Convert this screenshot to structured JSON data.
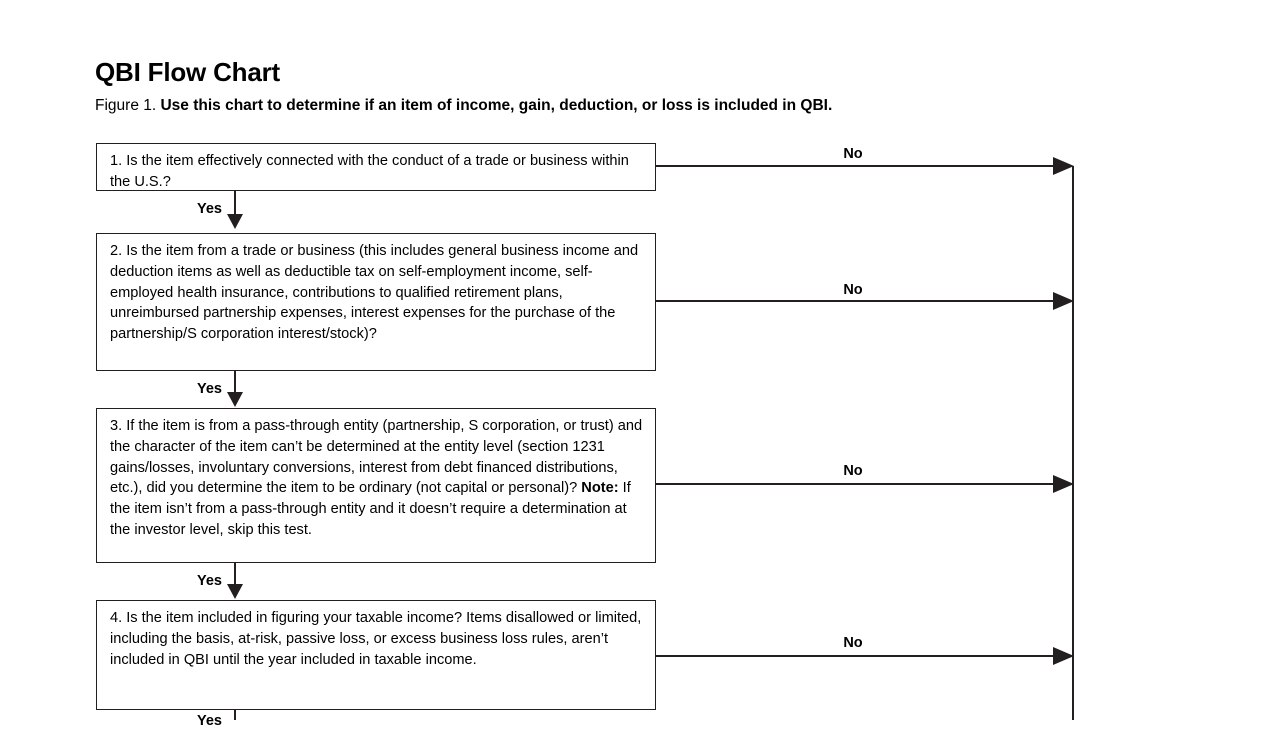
{
  "document": {
    "title": "QBI Flow Chart",
    "figure_caption_lead": "Figure 1. ",
    "figure_caption_strong": "Use this chart to determine if an item of income, gain, deduction, or loss is included in QBI."
  },
  "colors": {
    "ink": "#231f20",
    "background": "#ffffff"
  },
  "chart_data": {
    "type": "diagram",
    "diagram_kind": "decision-flowchart",
    "title": "QBI Flow Chart",
    "orientation": "top-to-bottom with right-side exit rail",
    "nodes": [
      {
        "id": "step-1",
        "number": "1.",
        "text": "1. Is the item effectively connected with the conduct of a trade or business within the U.S.?",
        "shape": "rectangle"
      },
      {
        "id": "step-2",
        "number": "2.",
        "text": "2. Is the item from a trade or business (this includes general business income and deduction items as well as deductible tax on self-employment income, self-employed health insurance, contributions to qualified retirement plans, unreimbursed partnership expenses, interest expenses for the purchase of the partnership/S corporation interest/stock)?",
        "shape": "rectangle"
      },
      {
        "id": "step-3",
        "number": "3.",
        "text_part_1": "3. If the item is from a pass-through entity (partnership, S corporation, or trust) and the character of the item can’t be determined at the entity level (section 1231 gains/losses, involuntary conversions, interest from debt financed distributions, etc.), did you determine the item to be ordinary (not capital or personal)? ",
        "text_note_label": "Note:",
        "text_part_2": " If the item isn’t from a pass-through entity and it doesn’t require a determination at the investor level, skip this test.",
        "shape": "rectangle"
      },
      {
        "id": "step-4",
        "number": "4.",
        "text": "4. Is the item included in figuring your taxable income? Items disallowed or limited, including the basis, at-risk, passive loss, or excess business loss rules, aren’t included in QBI until the year included in taxable income.",
        "shape": "rectangle"
      }
    ],
    "edges": [
      {
        "from": "step-1",
        "to": "step-2",
        "label": "Yes",
        "direction": "down"
      },
      {
        "from": "step-2",
        "to": "step-3",
        "label": "Yes",
        "direction": "down"
      },
      {
        "from": "step-3",
        "to": "step-4",
        "label": "Yes",
        "direction": "down"
      },
      {
        "from": "step-4",
        "to": "next-step-offscreen",
        "label": "Yes",
        "direction": "down"
      },
      {
        "from": "step-1",
        "to": "right-rail",
        "label": "No",
        "direction": "right"
      },
      {
        "from": "step-2",
        "to": "right-rail",
        "label": "No",
        "direction": "right"
      },
      {
        "from": "step-3",
        "to": "right-rail",
        "label": "No",
        "direction": "right"
      },
      {
        "from": "step-4",
        "to": "right-rail",
        "label": "No",
        "direction": "right"
      }
    ],
    "edge_labels": {
      "yes": "Yes",
      "no": "No"
    }
  }
}
